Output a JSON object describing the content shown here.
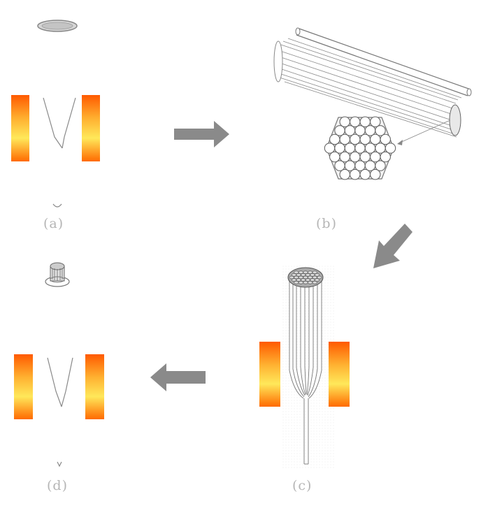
{
  "panels": [
    {
      "id": "a",
      "label": "(a)"
    },
    {
      "id": "b",
      "label": "(b)"
    },
    {
      "id": "c",
      "label": "(c)"
    },
    {
      "id": "d",
      "label": "(d)"
    }
  ],
  "arrows": [
    "a-to-b",
    "b-to-c",
    "c-to-d"
  ],
  "colors": {
    "heater_gradient": [
      "#ff6a00",
      "#ffd24a",
      "#ffff66"
    ],
    "arrow": "#888888",
    "outline": "#777777",
    "label": "#b5b5b5"
  },
  "icons": [
    "preform-disc-icon",
    "tapered-glass-icon",
    "capillary-rod-icon",
    "hexagonal-bundle-icon",
    "fiber-drawing-icon",
    "drawn-bundle-icon"
  ]
}
